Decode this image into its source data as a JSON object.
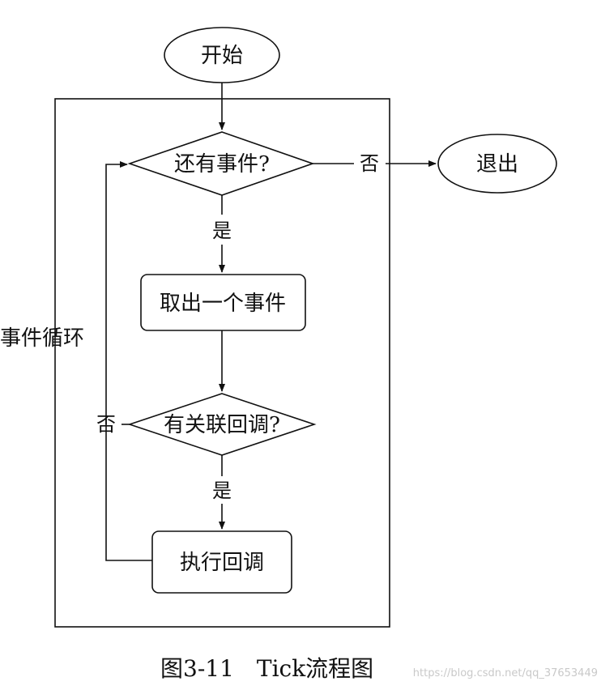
{
  "diagram": {
    "nodes": {
      "start": "开始",
      "has_event": "还有事件?",
      "exit": "退出",
      "take_event": "取出一个事件",
      "has_callback": "有关联回调?",
      "run_callback": "执行回调"
    },
    "edge_labels": {
      "no_exit": "否",
      "yes_take": "是",
      "no_loop": "否",
      "yes_run": "是"
    },
    "loop_label": "事件循环"
  },
  "caption": "图3-11　Tick流程图",
  "watermark": "https://blog.csdn.net/qq_37653449"
}
